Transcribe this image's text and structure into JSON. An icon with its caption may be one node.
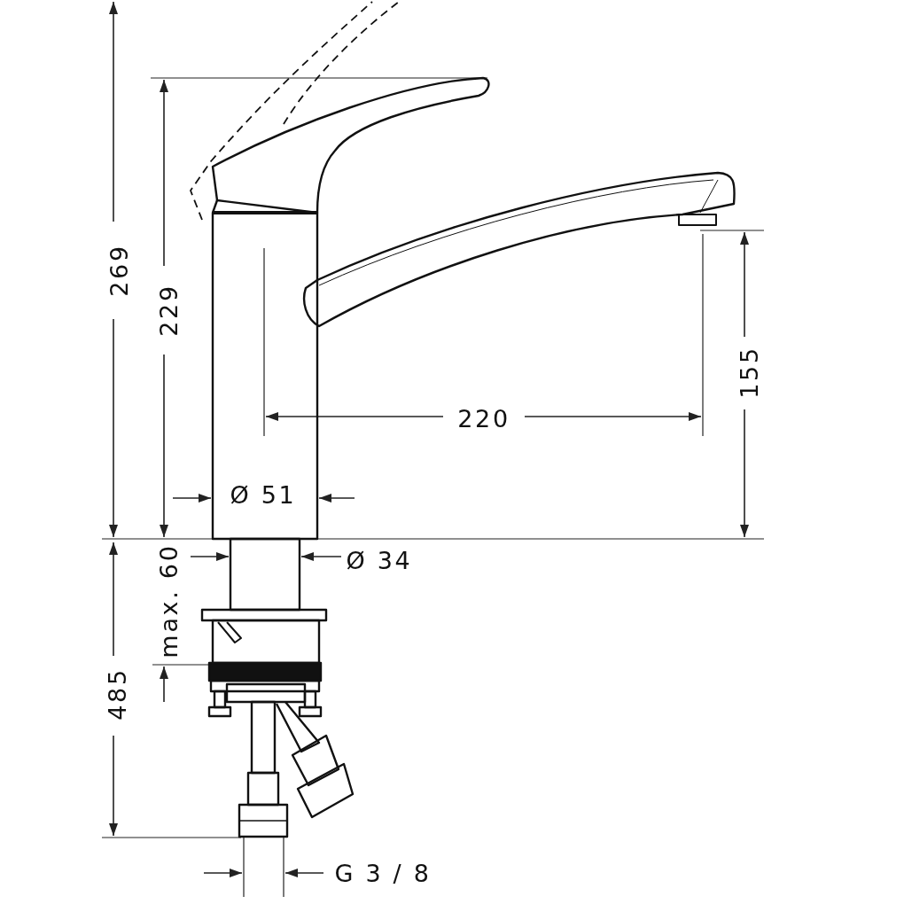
{
  "diagram": {
    "labels": [
      "269",
      "229",
      "155",
      "220",
      "Ø 51",
      "Ø 34",
      "max. 60",
      "485",
      "G 3 / 8"
    ]
  }
}
